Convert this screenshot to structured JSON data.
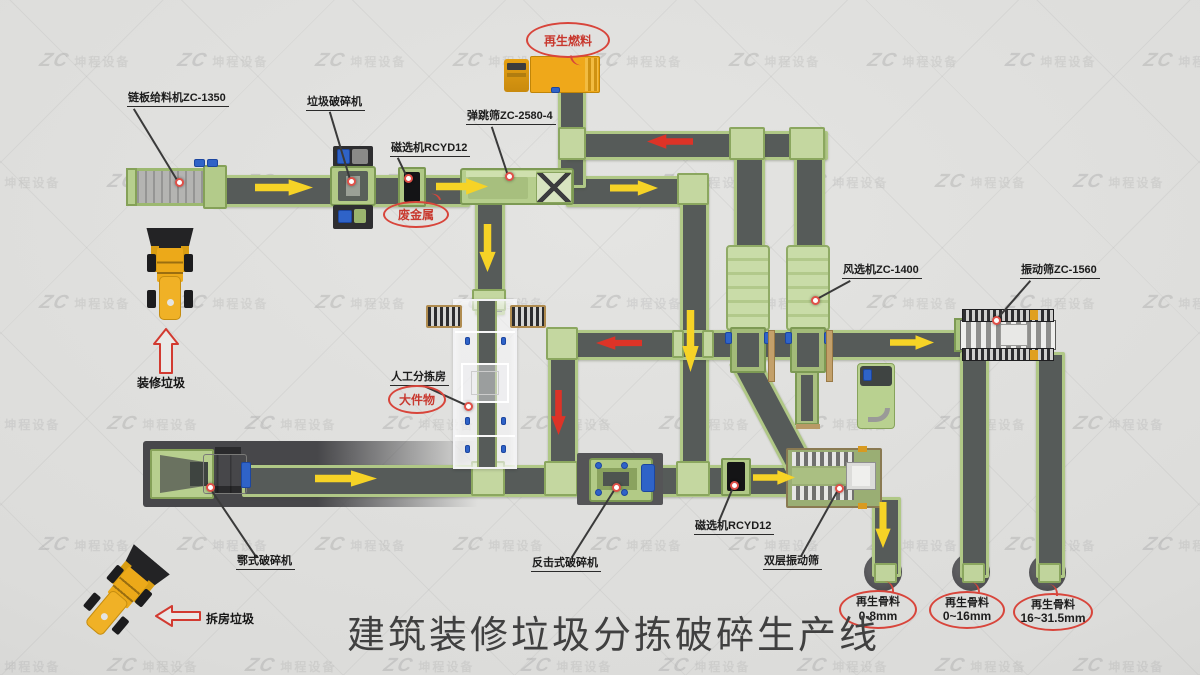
{
  "title": "建筑装修垃圾分拣破碎生产线",
  "watermark": {
    "logo": "ZC",
    "name": "坤程设备"
  },
  "labels": {
    "chain_feeder": "链板给料机ZC-1350",
    "waste_crusher": "垃圾破碎机",
    "magnetic_separator_top": "磁选机RCYD12",
    "bounce_screen": "弹跳筛ZC-2580-4",
    "air_separator": "风选机ZC-1400",
    "vibrating_screen": "振动筛ZC-1560",
    "sorting_room": "人工分拣房",
    "jaw_crusher": "鄂式破碎机",
    "impact_crusher": "反击式破碎机",
    "magnetic_separator_bottom": "磁选机RCYD12",
    "double_deck_screen": "双层振动筛"
  },
  "callouts": {
    "recycled_fuel": "再生燃料",
    "scrap_metal": "废金属",
    "bulky_items": "大件物"
  },
  "aggregates": [
    {
      "name": "再生骨料",
      "size": "0-8mm"
    },
    {
      "name": "再生骨料",
      "size": "0~16mm"
    },
    {
      "name": "再生骨料",
      "size": "16~31.5mm"
    }
  ],
  "inputs": {
    "decoration_waste": "装修垃圾",
    "demolition_waste": "拆房垃圾"
  },
  "colors": {
    "conveyor_frame_green": "#b0c886",
    "belt_gray": "#565b59",
    "machine_green": "#b6ce8d",
    "arrow_yellow": "#f6d326",
    "arrow_red": "#dd3327",
    "callout_red": "#d8453b",
    "truck_orange": "#eca215",
    "loader_yellow": "#f0b126"
  }
}
